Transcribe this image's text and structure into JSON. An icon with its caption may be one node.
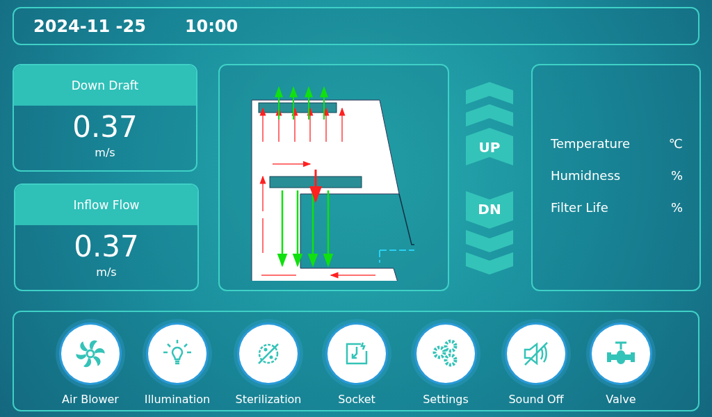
{
  "diagram": {
    "nodes": [
      {
        "text": [
          "2024-11 -25",
          "10:00"
        ]
      },
      {
        "text": [
          "Down Draft",
          "0.37",
          "m/s"
        ]
      },
      {
        "text": [
          "Inflow Flow",
          "0.37",
          "m/s"
        ]
      },
      {
        "text": [],
        "shape": "picture"
      },
      {
        "text": [
          "UP"
        ]
      },
      {
        "text": [
          "DN"
        ]
      },
      {
        "text": [
          "Temperature",
          "℃",
          "Humidness",
          "%",
          "Filter Life",
          "%"
        ]
      },
      {
        "text": [],
        "shape": "box"
      },
      {
        "text": [
          "Air Blower"
        ],
        "in": 7
      },
      {
        "text": [
          "Illumination"
        ],
        "in": 7
      },
      {
        "text": [
          "Sterilization"
        ],
        "in": 7
      },
      {
        "text": [
          "Socket"
        ],
        "in": 7
      },
      {
        "text": [
          "Settings"
        ],
        "in": 7
      },
      {
        "text": [
          "Sound Off"
        ],
        "in": 7
      },
      {
        "text": [
          "Valve"
        ],
        "in": 7
      }
    ]
  }
}
